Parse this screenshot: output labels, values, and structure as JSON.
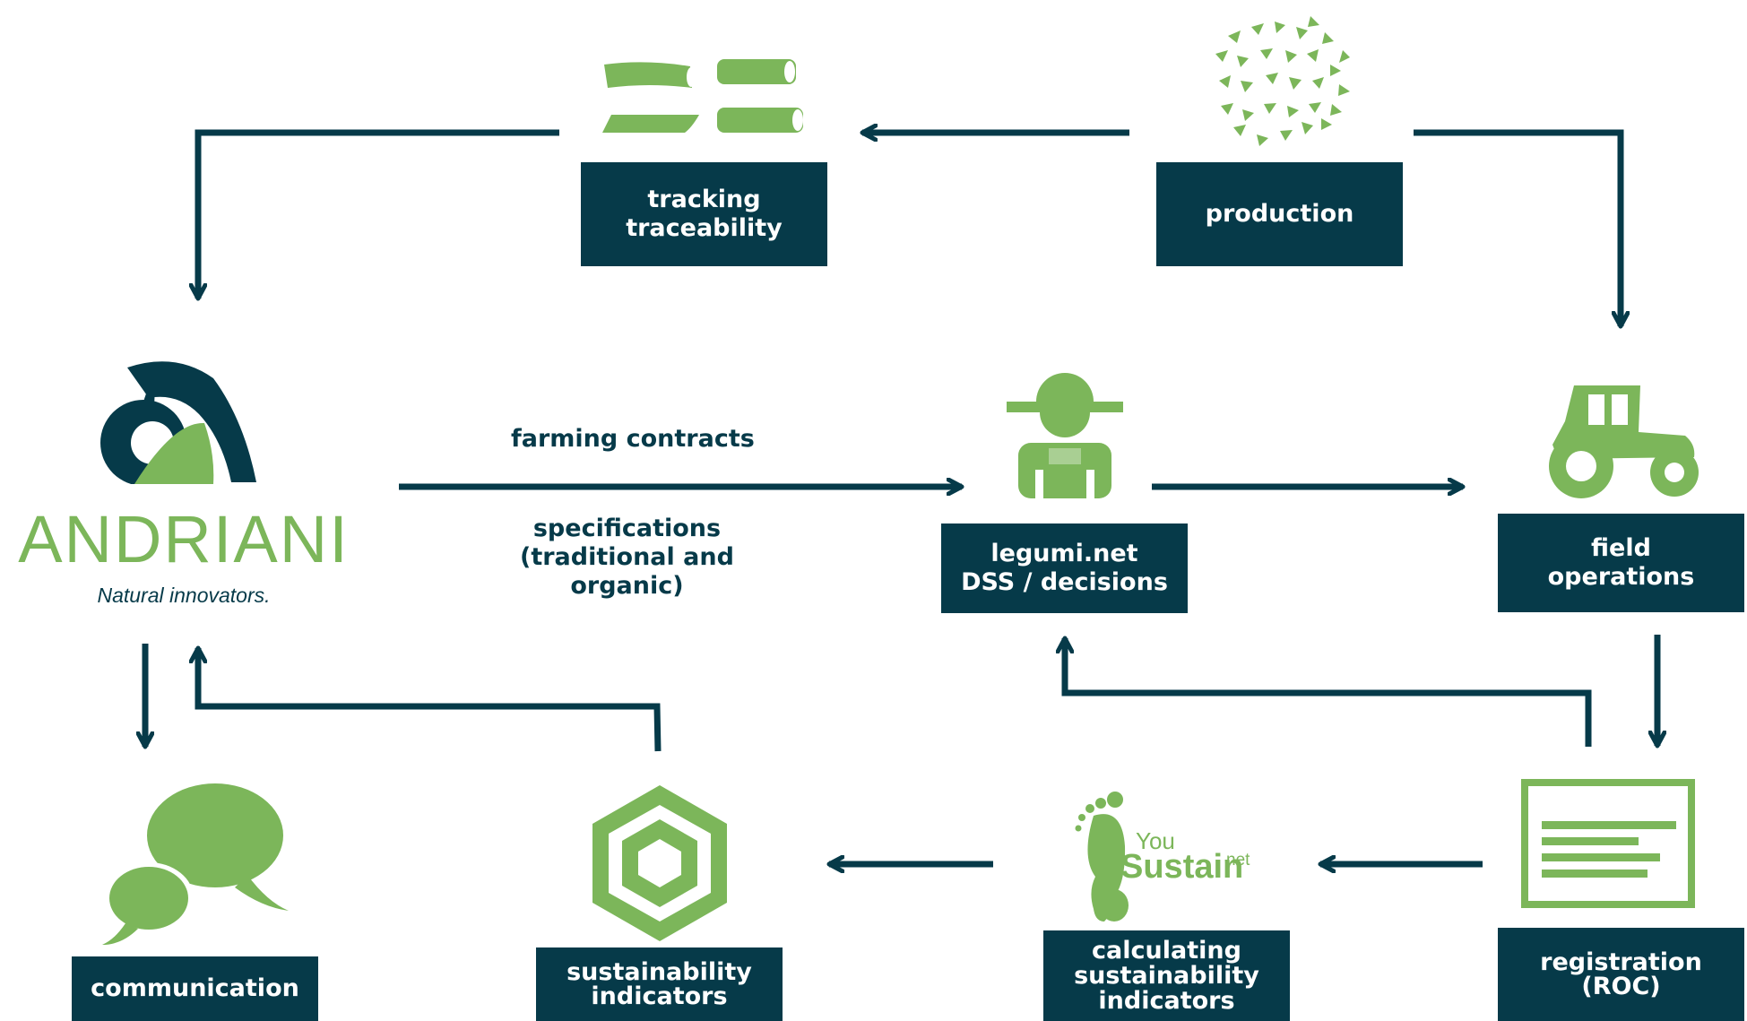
{
  "brand": {
    "name": "ANDRIANI",
    "tagline": "Natural innovators."
  },
  "nodes": {
    "tracking": [
      "tracking",
      "traceability"
    ],
    "production": "production",
    "legumi": [
      "legumi.net",
      "DSS / decisions"
    ],
    "field": [
      "field",
      "operations"
    ],
    "registration": [
      "registration",
      "(ROC)"
    ],
    "calculating": [
      "calculating",
      "sustainability",
      "indicators"
    ],
    "sustainability": [
      "sustainability",
      "indicators"
    ],
    "communication": "communication"
  },
  "labels": {
    "farming_contracts": "farming contracts",
    "specifications": [
      "specifications",
      "(traditional and",
      "organic)"
    ]
  },
  "yousustain": {
    "you": "You",
    "sustain": "Sustain",
    "net": "net"
  },
  "colors": {
    "dark": "#063a49",
    "green": "#7cb65a"
  }
}
